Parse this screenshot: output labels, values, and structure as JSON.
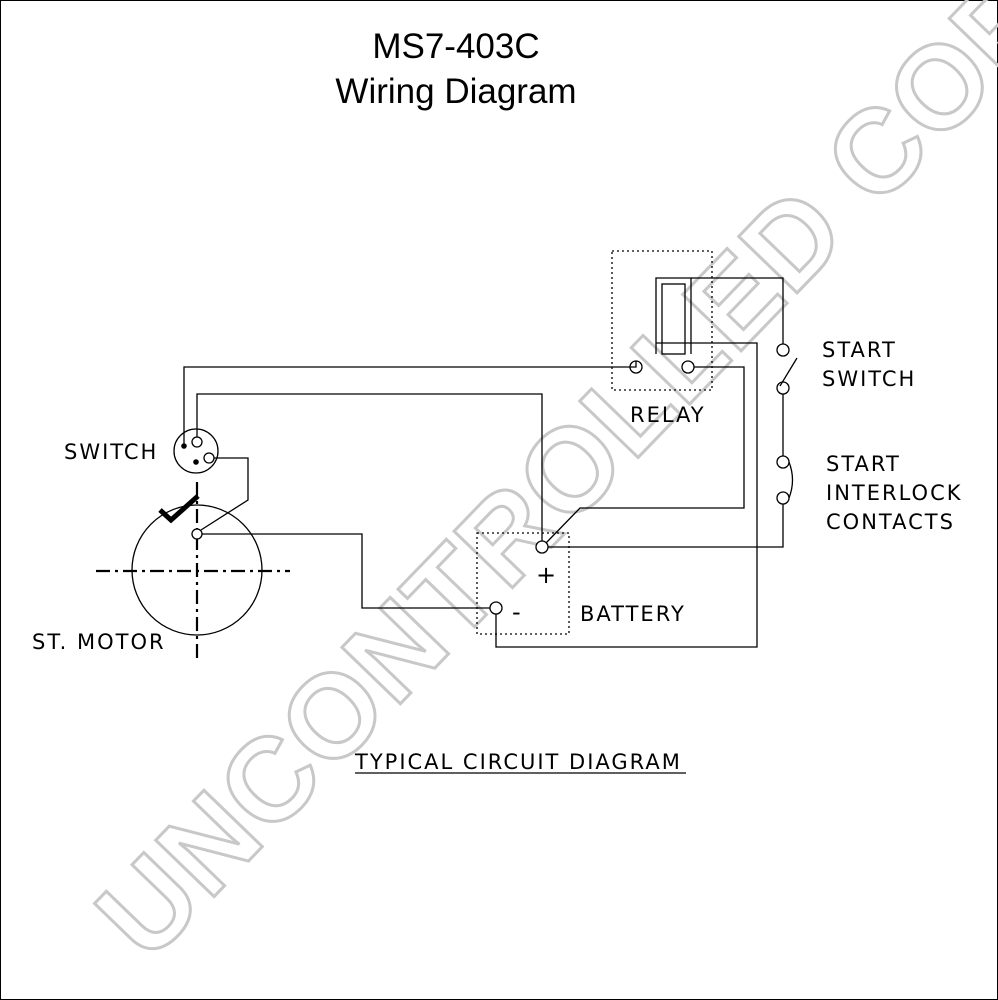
{
  "title": {
    "line1": "MS7-403C",
    "line2": "Wiring Diagram"
  },
  "labels": {
    "switch": "SWITCH",
    "st_motor": "ST. MOTOR",
    "relay": "RELAY",
    "start_switch_1": "START",
    "start_switch_2": "SWITCH",
    "interlock_1": "START",
    "interlock_2": "INTERLOCK",
    "interlock_3": "CONTACTS",
    "battery": "BATTERY",
    "battery_plus": "+",
    "battery_minus": "-",
    "caption": "TYPICAL CIRCUIT DIAGRAM"
  },
  "watermark": "UNCONTROLLED COPY"
}
